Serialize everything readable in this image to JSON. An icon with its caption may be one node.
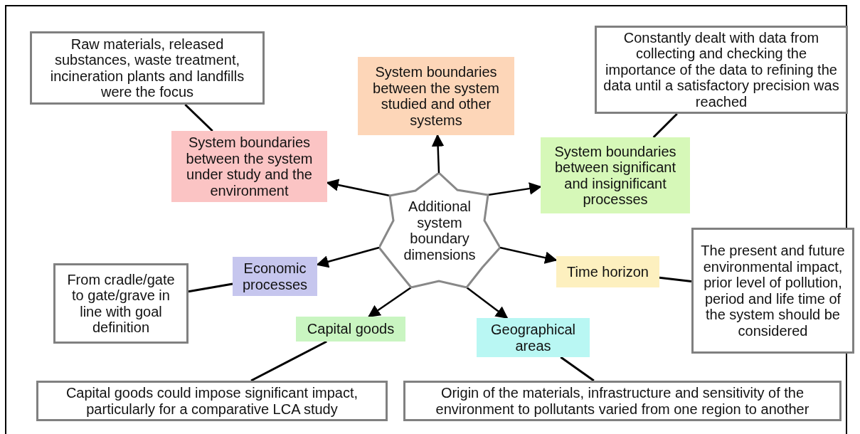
{
  "diagram": {
    "nodes": [
      {
        "text": [
          "Additional system boundary dimensions"
        ]
      },
      {
        "text": [
          "Raw materials, released substances, waste treatment, incineration plants and landfills were the focus"
        ]
      },
      {
        "text": [
          "System boundaries between the system studied and other systems"
        ]
      },
      {
        "text": [
          "Constantly dealt with data from collecting and checking the importance of the data to refining the data until a satisfactory precision was reached"
        ]
      },
      {
        "text": [
          "System boundaries between the system under study and the environment"
        ]
      },
      {
        "text": [
          "System boundaries between significant and insignificant processes"
        ]
      },
      {
        "text": [
          "From cradle/gate to gate/grave in line with goal definition"
        ]
      },
      {
        "text": [
          "Economic processes"
        ]
      },
      {
        "text": [
          "Time horizon"
        ]
      },
      {
        "text": [
          "The present and future environmental impact, prior level of pollution, period and life time of the system should be considered"
        ]
      },
      {
        "text": [
          "Capital goods"
        ]
      },
      {
        "text": [
          "Geographical areas"
        ]
      },
      {
        "text": [
          "Capital goods could impose significant impact, particularly for a comparative LCA study"
        ]
      },
      {
        "text": [
          "Origin of the materials, infrastructure and sensitivity of the environment to pollutants varied from one region to another"
        ]
      }
    ],
    "edges": [
      {
        "from": 0,
        "to": 2,
        "arrow": "to"
      },
      {
        "from": 0,
        "to": 4,
        "arrow": "to"
      },
      {
        "from": 0,
        "to": 5,
        "arrow": "to"
      },
      {
        "from": 0,
        "to": 7,
        "arrow": "to"
      },
      {
        "from": 0,
        "to": 8,
        "arrow": "to"
      },
      {
        "from": 0,
        "to": 10,
        "arrow": "to"
      },
      {
        "from": 0,
        "to": 11,
        "arrow": "to"
      },
      {
        "from": 1,
        "to": 4,
        "arrow": "none"
      },
      {
        "from": 3,
        "to": 5,
        "arrow": "none"
      },
      {
        "from": 6,
        "to": 7,
        "arrow": "none"
      },
      {
        "from": 8,
        "to": 9,
        "arrow": "none"
      },
      {
        "from": 10,
        "to": 12,
        "arrow": "none"
      },
      {
        "from": 11,
        "to": 13,
        "arrow": "none"
      }
    ]
  }
}
